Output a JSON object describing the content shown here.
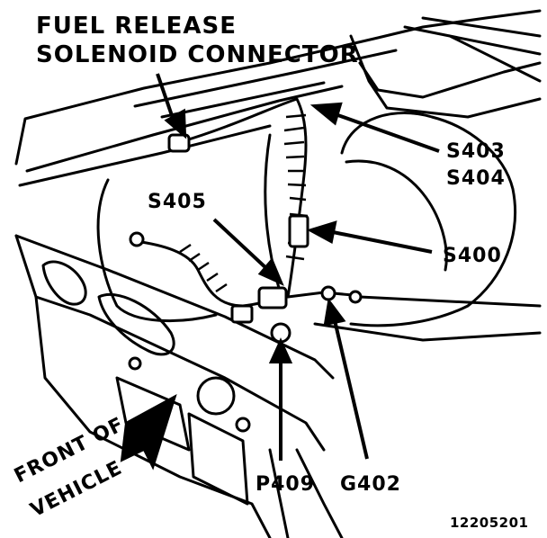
{
  "labels": {
    "fuel_release_line1": "FUEL RELEASE",
    "fuel_release_line2": "SOLENOID CONNECTOR",
    "s403": "S403",
    "s404": "S404",
    "s405": "S405",
    "s400": "S400",
    "p409": "P409",
    "g402": "G402",
    "front_line1": "FRONT OF",
    "front_line2": "VEHICLE",
    "figure_number": "12205201"
  }
}
